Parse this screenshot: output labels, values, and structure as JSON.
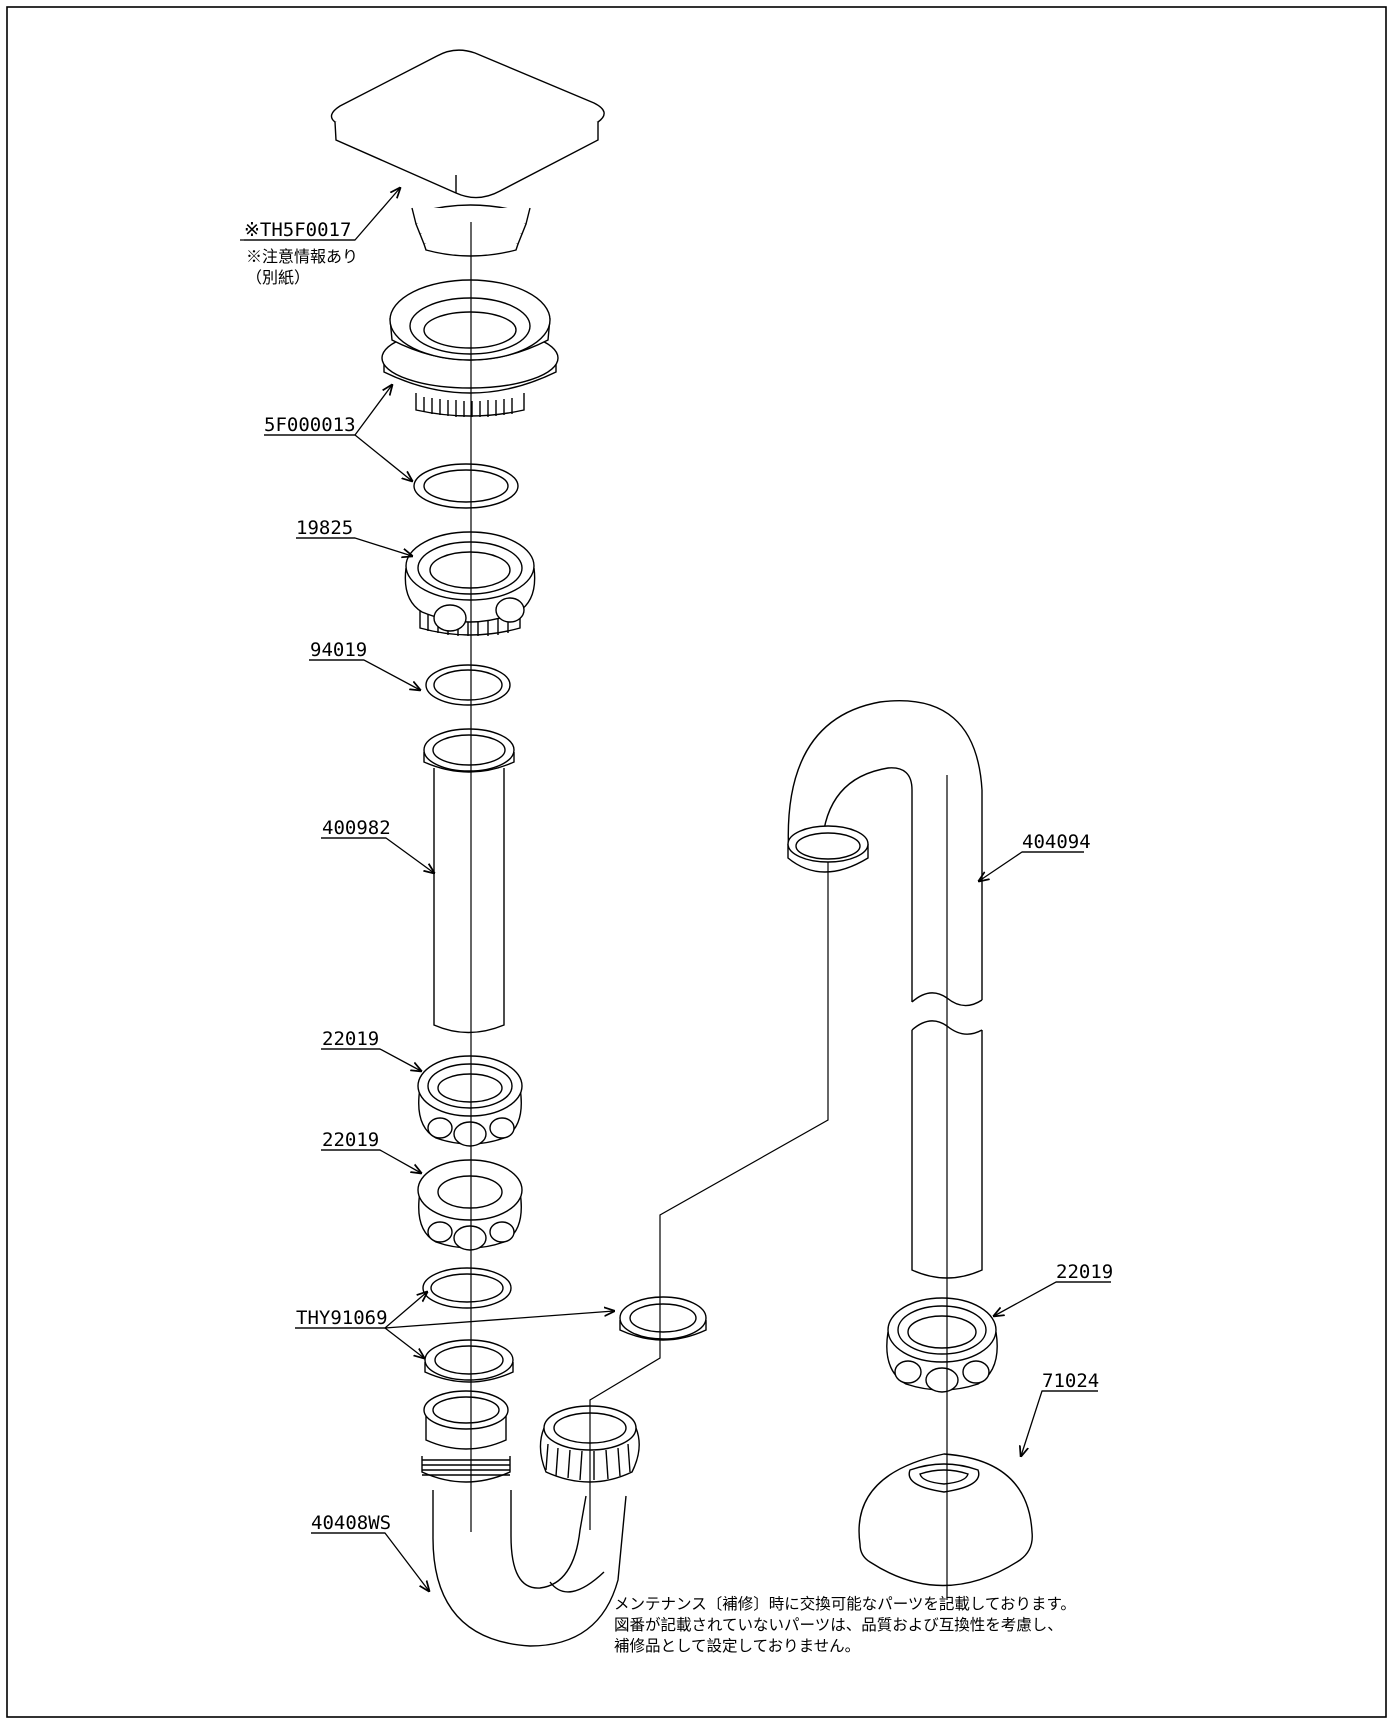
{
  "parts": {
    "cap": {
      "part_no": "※TH5F0017",
      "note_line1": "※注意情報あり",
      "note_line2": "（別紙）"
    },
    "body": {
      "part_no": "5F000013"
    },
    "nut_top": {
      "part_no": "19825"
    },
    "washer_small": {
      "part_no": "94019"
    },
    "tailpipe": {
      "part_no": "400982"
    },
    "nut_a": {
      "part_no": "22019"
    },
    "nut_b": {
      "part_no": "22019"
    },
    "gaskets": {
      "part_no": "THY91069"
    },
    "trap": {
      "part_no": "40408WS"
    },
    "wall_pipe": {
      "part_no": "404094"
    },
    "nut_wall": {
      "part_no": "22019"
    },
    "flange": {
      "part_no": "71024"
    }
  },
  "footer": {
    "line1": "メンテナンス〔補修〕時に交換可能なパーツを記載しております。",
    "line2": "図番が記載されていないパーツは、品質および互換性を考慮し、",
    "line3": "補修品として設定しておりません。"
  }
}
